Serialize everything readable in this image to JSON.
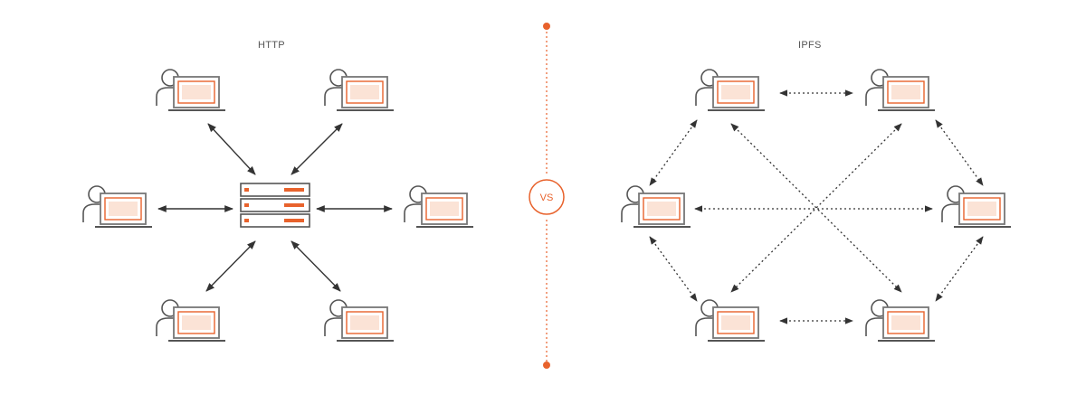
{
  "http": {
    "title": "HTTP"
  },
  "ipfs": {
    "title": "IPFS"
  },
  "vs": {
    "label": "VS"
  },
  "colors": {
    "accent": "#e8622c",
    "line": "#333333",
    "screen_fill": "#fbe3d6",
    "screen_frame": "#7a7a7a",
    "background": "#ffffff"
  },
  "icons": {
    "user_computer": "user-with-laptop-icon",
    "server": "server-rack-icon"
  }
}
